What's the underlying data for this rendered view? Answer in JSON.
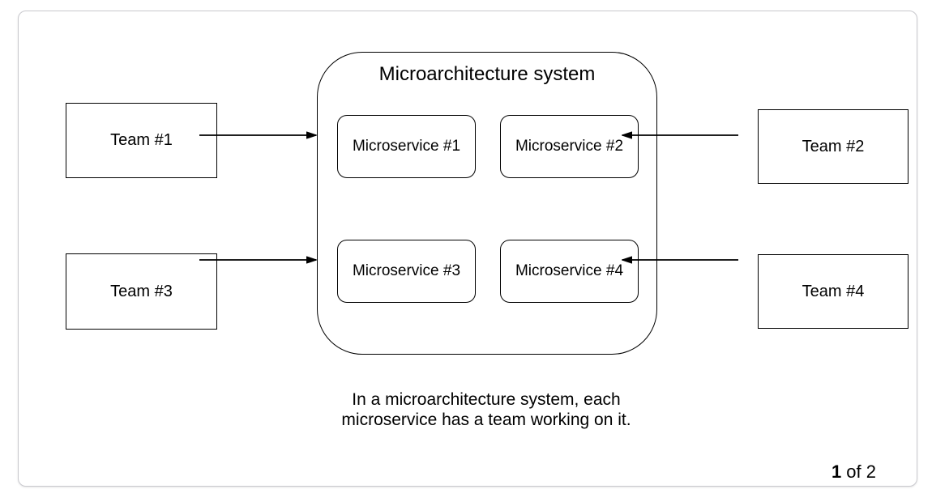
{
  "diagram": {
    "system": {
      "title": "Microarchitecture system",
      "microservices": [
        {
          "label": "Microservice #1"
        },
        {
          "label": "Microservice #2"
        },
        {
          "label": "Microservice #3"
        },
        {
          "label": "Microservice #4"
        }
      ]
    },
    "teams": [
      {
        "label": "Team #1"
      },
      {
        "label": "Team #2"
      },
      {
        "label": "Team #3"
      },
      {
        "label": "Team #4"
      }
    ],
    "connections": [
      {
        "from": "Team #1",
        "to": "Microservice #1",
        "direction": "right"
      },
      {
        "from": "Team #2",
        "to": "Microservice #2",
        "direction": "left"
      },
      {
        "from": "Team #3",
        "to": "Microservice #3",
        "direction": "right"
      },
      {
        "from": "Team #4",
        "to": "Microservice #4",
        "direction": "left"
      }
    ],
    "caption_lines": [
      "In a microarchitecture system, each",
      "microservice has a team working on it."
    ]
  },
  "pagination": {
    "current": "1",
    "suffix": " of 2"
  },
  "colors": {
    "shape_stroke": "#000000",
    "card_border": "#c9c9ce",
    "background": "#ffffff",
    "text": "#000000"
  }
}
